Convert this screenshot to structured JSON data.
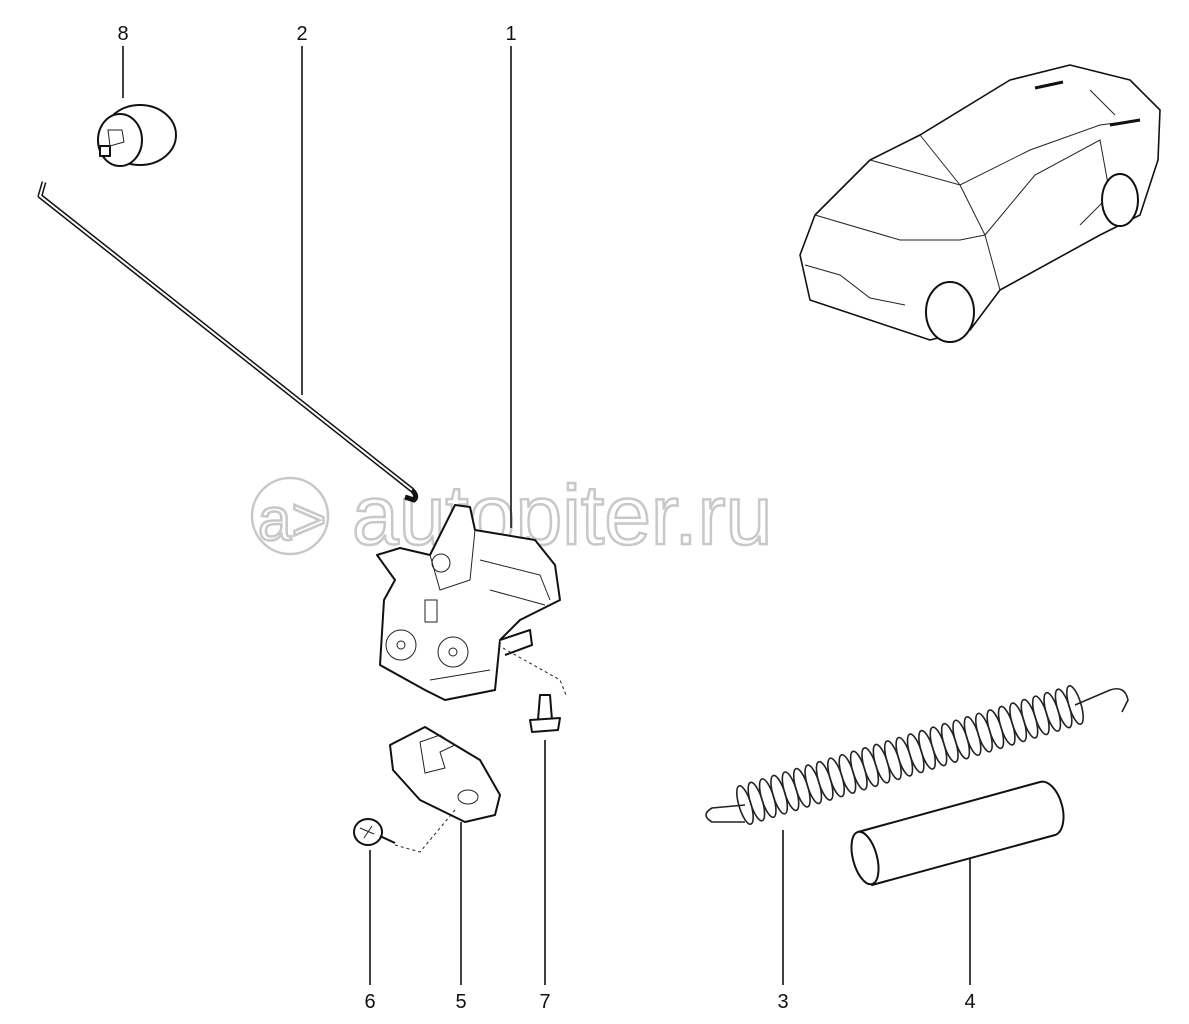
{
  "diagram": {
    "callouts": [
      {
        "id": "1",
        "label": "1"
      },
      {
        "id": "2",
        "label": "2"
      },
      {
        "id": "3",
        "label": "3"
      },
      {
        "id": "4",
        "label": "4"
      },
      {
        "id": "5",
        "label": "5"
      },
      {
        "id": "6",
        "label": "6"
      },
      {
        "id": "7",
        "label": "7"
      },
      {
        "id": "8",
        "label": "8"
      }
    ],
    "watermark": "autopiter.ru"
  }
}
